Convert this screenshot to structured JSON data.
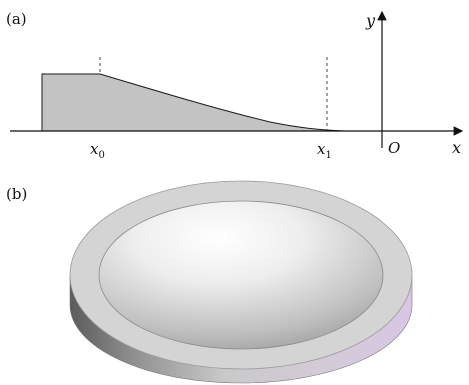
{
  "panel_a": {
    "label": "(a)",
    "axis_x_label": "x",
    "axis_y_label": "y",
    "origin_label": "O",
    "x0_base": "x",
    "x0_sub": "0",
    "x1_base": "x",
    "x1_sub": "1"
  },
  "panel_b": {
    "label": "(b)"
  },
  "colors": {
    "profile_fill": "#c3c3c3",
    "stroke": "#1a1a1a",
    "rim_top": "#d4d4d4",
    "side_accent": "#d8c6e4"
  }
}
